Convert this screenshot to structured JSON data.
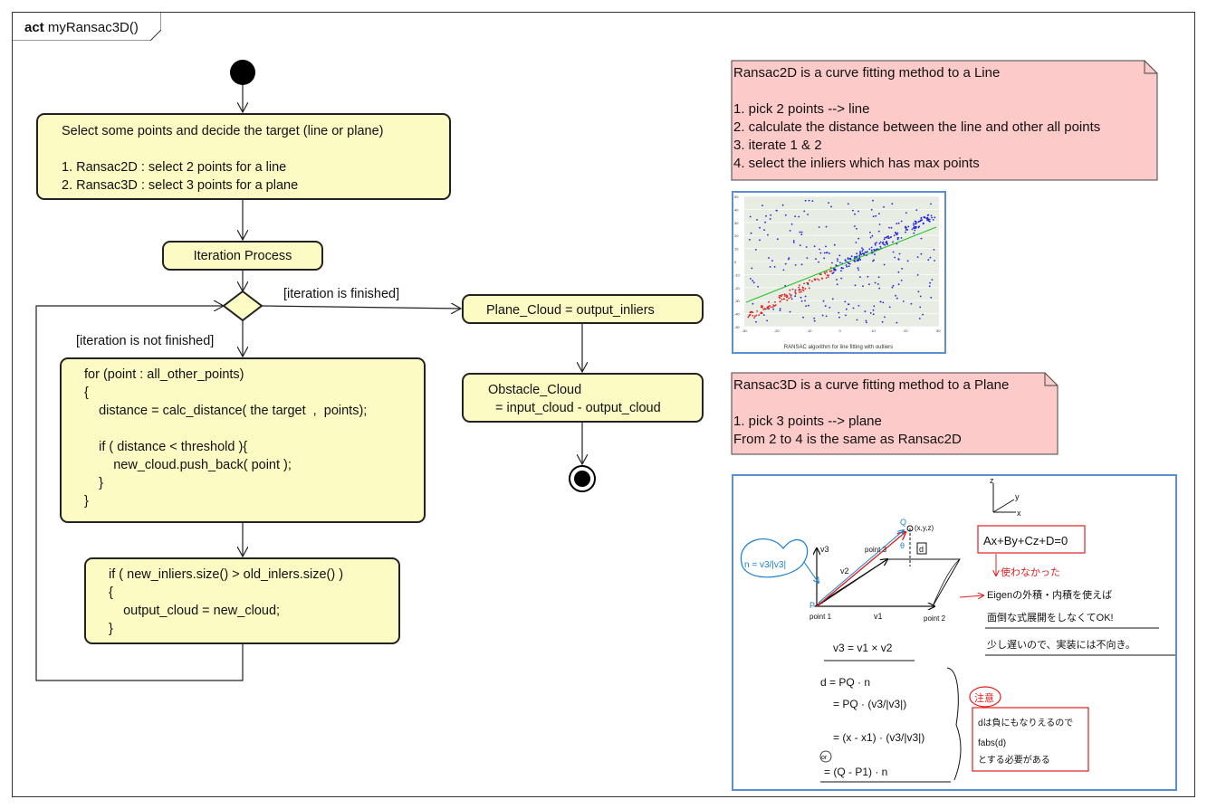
{
  "frame": {
    "keyword": "act",
    "name": "myRansac3D()"
  },
  "actions": {
    "select_points": "Select some points and decide the target (line or plane)\n\n1. Ransac2D : select 2 points for a line\n2. Ransac3D : select 3 points for a plane",
    "iteration_process": "Iteration Process",
    "distance_loop": "for (point : all_other_points)\n{\n    distance = calc_distance( the target  ,  points);\n\n    if ( distance < threshold ){\n        new_cloud.push_back( point );\n    }\n}",
    "update_inliers": "if ( new_inliers.size() > old_inlers.size() )\n{\n    output_cloud = new_cloud;\n}",
    "plane_cloud": "Plane_Cloud = output_inliers",
    "obstacle_cloud": "Obstacle_Cloud\n  = input_cloud - output_cloud"
  },
  "guards": {
    "finished": "[iteration is finished]",
    "not_finished": "[iteration is not finished]"
  },
  "notes": {
    "ransac2d": "Ransac2D is a curve fitting method to a Line\n\n1. pick 2 points --> line\n2. calculate the distance between the line and other all points\n3. iterate 1 & 2\n4. select the inliers which has max points",
    "ransac3d": "Ransac3D is a curve fitting method to a Plane\n\n1. pick 3 points --> plane\nFrom 2 to 4 is the same as Ransac2D"
  },
  "plot_image": {
    "caption": "RANSAC algorithm for line fitting with outliers",
    "y_ticks": [
      "50",
      "40",
      "30",
      "20",
      "10",
      "0",
      "-10",
      "-20",
      "-30",
      "-40",
      "-50"
    ],
    "x_ticks": [
      "-30",
      "-20",
      "-10",
      "0",
      "10",
      "20",
      "30"
    ],
    "colors": {
      "inliers": "#e02020",
      "outliers": "#2020e0",
      "fit_line": "#20c020",
      "background": "#e8ede4"
    }
  },
  "sketch_image": {
    "plane_equation": "Ax+By+Cz+D=0",
    "axes": [
      "z",
      "y",
      "x"
    ],
    "vectors": {
      "v3": "v3 = v1 × v2",
      "normal": "n = v3/|v3|"
    },
    "labels": {
      "point1": "point 1",
      "point2": "point 2",
      "point3": "point 3",
      "P": "P",
      "Q": "Q",
      "q_coord": "(x,y,z)",
      "d": "d",
      "theta": "θ"
    },
    "equations": [
      "d = PQ · n",
      "= PQ · (v3/|v3|)",
      "= (x - x1) · (v3/|v3|)",
      "= (Q - P1) · n"
    ],
    "or_mark": "or",
    "notes_red": "使わなかった",
    "notes_black": [
      "Eigenの外積・内積を使えば",
      "面倒な式展開をしなくてOK!",
      "少し遅いので、実装には不向き。"
    ],
    "caution_title": "注意",
    "caution_lines": [
      "dは負にもなりえるので",
      "fabs(d)",
      "とする必要がある"
    ],
    "colors": {
      "red": "#e02020",
      "blue": "#1a7fd0",
      "ink": "#111111"
    }
  }
}
